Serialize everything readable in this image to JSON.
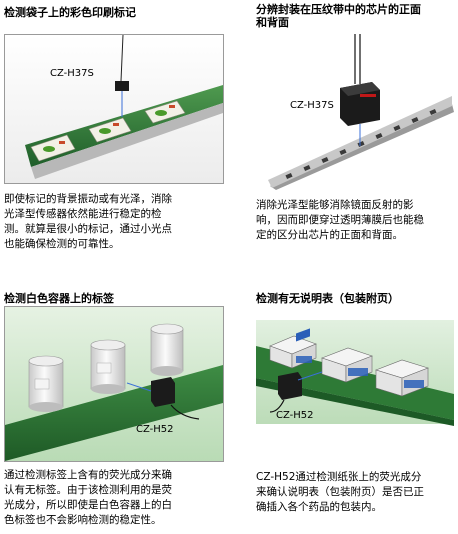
{
  "sections": [
    {
      "title": "检测袋子上的彩色印刷标记",
      "model": "CZ-H37S",
      "desc_lines": [
        "即使标记的背景振动或有光泽，消除",
        "光泽型传感器依然能进行稳定的检",
        "测。就算是很小的标记，通过小光点",
        "也能确保检测的可靠性。"
      ]
    },
    {
      "title_lines": [
        "分辨封装在压纹带中的芯片的正面",
        "和背面"
      ],
      "model": "CZ-H37S",
      "desc_lines": [
        "消除光泽型能够消除镜面反射的影",
        "响，因而即便穿过透明薄膜后也能稳",
        "定的区分出芯片的正面和背面。"
      ]
    },
    {
      "title": "检测白色容器上的标签",
      "model": "CZ-H52",
      "desc_lines": [
        "通过检测标签上含有的荧光成分来确",
        "认有无标签。由于该检测利用的是荧",
        "光成分，所以即使是白色容器上的白",
        "色标签也不会影响检测的稳定性。"
      ]
    },
    {
      "title": "检测有无说明表（包装附页）",
      "model": "CZ-H52",
      "desc_lines": [
        "CZ-H52通过检测纸张上的荧光成分",
        "来确认说明表（包装附页）是否已正",
        "确插入各个药品的包装内。"
      ]
    }
  ],
  "colors": {
    "belt_green": "#2f7a36",
    "panel_bg_green": "#cfe7cc",
    "sensor_black": "#1b1b1b",
    "beam_blue": "#3a6fd8"
  }
}
